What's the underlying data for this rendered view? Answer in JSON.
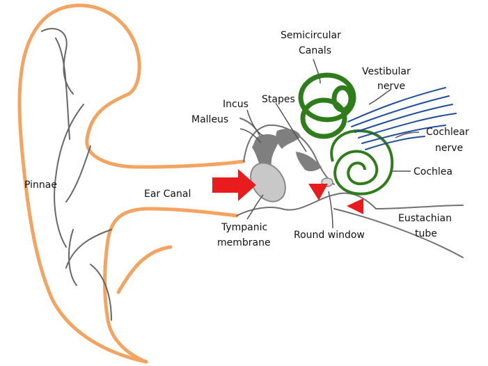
{
  "labels": {
    "pinnae": "Pinnae",
    "ear_canal": "Ear Canal",
    "incus": "Incus",
    "malleus": "Malleus",
    "stapes": "Stapes",
    "semicircular_line1": "Semicircular",
    "semicircular_line2": "Canals",
    "vestibular_line1": "Vestibular",
    "vestibular_line2": "nerve",
    "cochlear_line1": "Cochlear",
    "cochlear_line2": "nerve",
    "cochlea": "Cochlea",
    "eustachian_line1": "Eustachian",
    "eustachian_line2": "tube",
    "tympanic_line1": "Tympanic",
    "tympanic_line2": "membrane",
    "round_window": "Round window"
  },
  "colors": {
    "outer_ear": "#f4a460",
    "cochlea": "#2e7d1a",
    "nerves": "#1f4e9c",
    "arrows": "#e81c1c",
    "ossicles": "#808080",
    "outline": "#707070"
  }
}
